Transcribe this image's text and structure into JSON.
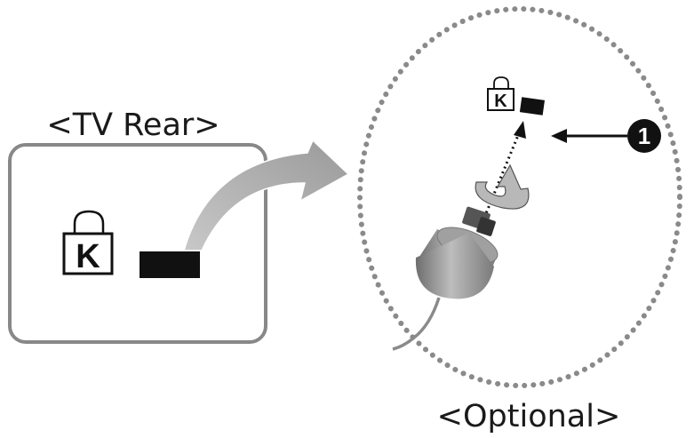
{
  "labels": {
    "tv_rear": "<TV Rear>",
    "optional": "<Optional>",
    "callout_number": "1",
    "lock_symbol_letter": "K"
  },
  "icons": {
    "kensington_lock_symbol": "padlock-k-icon",
    "lock_slot": "slot",
    "callout": "numbered-circle"
  },
  "colors": {
    "panel_border": "#888888",
    "arrow_fill": "#a8a8a8",
    "dotted_circle": "#8a8a8a",
    "slot": "#111111",
    "text": "#1a1a1a"
  }
}
